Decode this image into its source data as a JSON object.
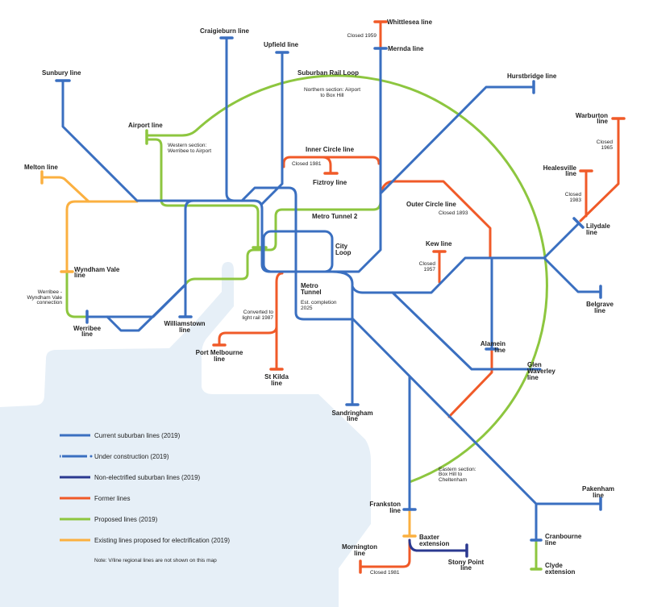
{
  "colors": {
    "current": "#3a6fc0",
    "former": "#f05a28",
    "proposed": "#8dc63f",
    "electrification": "#fbb040",
    "non_electrified": "#2b3990",
    "water": "#e6eff7"
  },
  "labels": {
    "whittlesea": [
      "Whittlesea line"
    ],
    "mernda": [
      "Mernda line"
    ],
    "craigieburn": [
      "Craigieburn line"
    ],
    "upfield": [
      "Upfield line"
    ],
    "sunbury": [
      "Sunbury line"
    ],
    "srl": [
      "Suburban Rail Loop"
    ],
    "hurstbridge": [
      "Hurstbridge line"
    ],
    "airport": [
      "Airport line"
    ],
    "warburton": [
      "Warburton",
      "line"
    ],
    "healesville": [
      "Healesville",
      "line"
    ],
    "lilydale": [
      "Lilydale",
      "line"
    ],
    "melton": [
      "Melton line"
    ],
    "inner_circle": [
      "Inner Circle line"
    ],
    "fitzroy": [
      "Fiztroy line"
    ],
    "outer_circle": [
      "Outer Circle line"
    ],
    "metro_tunnel_2": [
      "Metro Tunnel 2"
    ],
    "city_loop": [
      "City",
      "Loop"
    ],
    "kew": [
      "Kew line"
    ],
    "wyndham_vale": [
      "Wyndham Vale",
      "line"
    ],
    "metro_tunnel": [
      "Metro",
      "Tunnel"
    ],
    "belgrave": [
      "Belgrave",
      "line"
    ],
    "werribee": [
      "Werribee",
      "line"
    ],
    "williamstown": [
      "Williamstown",
      "line"
    ],
    "alamein": [
      "Alamein",
      "line"
    ],
    "port_melbourne": [
      "Port Melbourne",
      "line"
    ],
    "glen_waverley": [
      "Glen",
      "Waverley",
      "line"
    ],
    "st_kilda": [
      "St Kilda",
      "line"
    ],
    "sandringham": [
      "Sandringham",
      "line"
    ],
    "pakenham": [
      "Pakenham",
      "line"
    ],
    "frankston": [
      "Frankston",
      "line"
    ],
    "cranbourne": [
      "Cranbourne",
      "line"
    ],
    "baxter": [
      "Baxter",
      "extension"
    ],
    "mornington": [
      "Mornington",
      "line"
    ],
    "stony_point": [
      "Stony Point",
      "line"
    ],
    "clyde": [
      "Clyde",
      "extension"
    ]
  },
  "notes": {
    "whittlesea_closed": [
      "Closed 1959"
    ],
    "srl_northern": [
      "Northern section: Airport",
      "to Box Hill"
    ],
    "srl_western": [
      "Western section:",
      "Werribee to Airport"
    ],
    "warburton_closed": [
      "Closed",
      "1965"
    ],
    "healesville_closed": [
      "Closed",
      "1983"
    ],
    "inner_closed": [
      "Closed 1981"
    ],
    "outer_closed": [
      "Closed 1893"
    ],
    "kew_closed": [
      "Closed",
      "1957"
    ],
    "werribee_connection": [
      "Werribee -",
      "Wyndham Vale",
      "connection"
    ],
    "metro_tunnel_est": [
      "Est. completion",
      "2025"
    ],
    "st_kilda_converted": [
      "Converted to",
      "light rail 1987"
    ],
    "srl_eastern": [
      "Eastern section:",
      "Box Hill to",
      "Cheltenham"
    ],
    "mornington_closed": [
      "Closed 1981"
    ]
  },
  "legend": {
    "items": [
      {
        "label": "Current suburban lines (2019)",
        "style": "current"
      },
      {
        "label": "Under construction (2019)",
        "style": "construction"
      },
      {
        "label": "Non-electrified suburban lines (2019)",
        "style": "non_electrified"
      },
      {
        "label": "Former lines",
        "style": "former"
      },
      {
        "label": "Proposed lines (2019)",
        "style": "proposed"
      },
      {
        "label": "Existing lines proposed for electrification (2019)",
        "style": "electrification"
      }
    ],
    "note": "Note: V/line regional lines are not shown on this map"
  }
}
